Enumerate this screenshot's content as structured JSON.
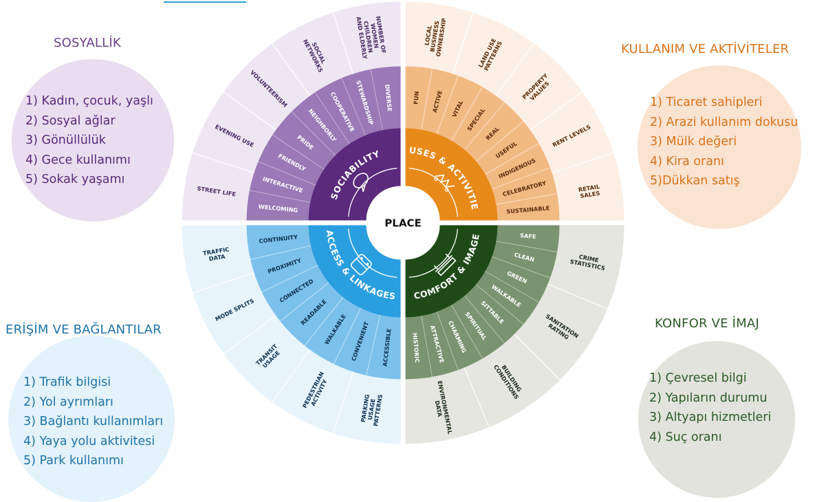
{
  "center_label": "PLACE",
  "colors": {
    "sociability": "#5a2a7c",
    "uses": "#e88a1a",
    "access": "#2a9fe0",
    "comfort": "#1f4a18"
  },
  "quadrants": [
    {
      "key": "sociability",
      "label": "SOCIABILITY",
      "icon": "speech-bubble-icon",
      "middle_ring": [
        "WELCOMING",
        "INTERACTIVE",
        "FRIENDLY",
        "PRIDE",
        "NEIGHBORLY",
        "COOPERATIVE",
        "STEWARDSHIP",
        "DIVERSE"
      ],
      "outer_ring": [
        "STREET LIFE",
        "EVENING USE",
        "VOLUNTEERISM",
        "SOCIAL NETWORKS",
        "NUMBER OF WOMEN CHILDREN AND ELDERLY"
      ],
      "summary": {
        "title": "SOSYALLİK",
        "items": [
          "1) Kadın, çocuk, yaşlı",
          "2) Sosyal ağlar",
          "3) Gönüllülük",
          "4) Gece kullanımı",
          "5) Sokak yaşamı"
        ]
      }
    },
    {
      "key": "uses",
      "label": "USES & ACTIVITIES",
      "icon": "activities-icon",
      "middle_ring": [
        "FUN",
        "ACTIVE",
        "VITAL",
        "SPECIAL",
        "REAL",
        "USEFUL",
        "INDIGENOUS",
        "CELEBRATORY",
        "SUSTAINABLE"
      ],
      "outer_ring": [
        "LOCAL BUSINESS OWNERSHIP",
        "LAND USE PATTERNS",
        "PROPERTY VALUES",
        "RENT LEVELS",
        "RETAIL SALES"
      ],
      "summary": {
        "title": "KULLANIM VE AKTİVİTELER",
        "items": [
          "1) Ticaret sahipleri",
          "2) Arazi kullanım dokusu",
          "3) Mülk değeri",
          "4) Kira oranı",
          "5)Dükkan satış"
        ]
      }
    },
    {
      "key": "access",
      "label": "ACCESS & LINKAGES",
      "icon": "bus-icon",
      "middle_ring": [
        "CONTINUITY",
        "PROXIMITY",
        "CONNECTED",
        "READABLE",
        "WALKABLE",
        "CONVENIENT",
        "ACCESSIBLE"
      ],
      "outer_ring": [
        "TRAFFIC DATA",
        "MODE SPLITS",
        "TRANSIT USAGE",
        "PEDESTRIAN ACTIVITY",
        "PARKING USAGE PATTERNS"
      ],
      "summary": {
        "title": "ERİŞİM VE BAĞLANTILAR",
        "items": [
          "1) Trafik bilgisi",
          "2) Yol ayrımları",
          "3) Bağlantı kullanımları",
          "4) Yaya yolu aktivitesi",
          "5) Park kullanımı"
        ]
      }
    },
    {
      "key": "comfort",
      "label": "COMFORT & IMAGE",
      "icon": "bench-icon",
      "middle_ring": [
        "SAFE",
        "CLEAN",
        "GREEN",
        "WALKABLE",
        "SITTABLE",
        "SPIRITUAL",
        "CHARMING",
        "ATTRACTIVE",
        "HISTORIC"
      ],
      "outer_ring": [
        "CRIME STATISTICS",
        "SANITATION RATING",
        "BUILDING CONDITIONS",
        "ENVIRONMENTAL DATA"
      ],
      "summary": {
        "title": "KONFOR VE İMAJ",
        "items": [
          "1) Çevresel bilgi",
          "2) Yapıların durumu",
          "3) Altyapı hizmetleri",
          "4) Suç oranı"
        ]
      }
    }
  ]
}
